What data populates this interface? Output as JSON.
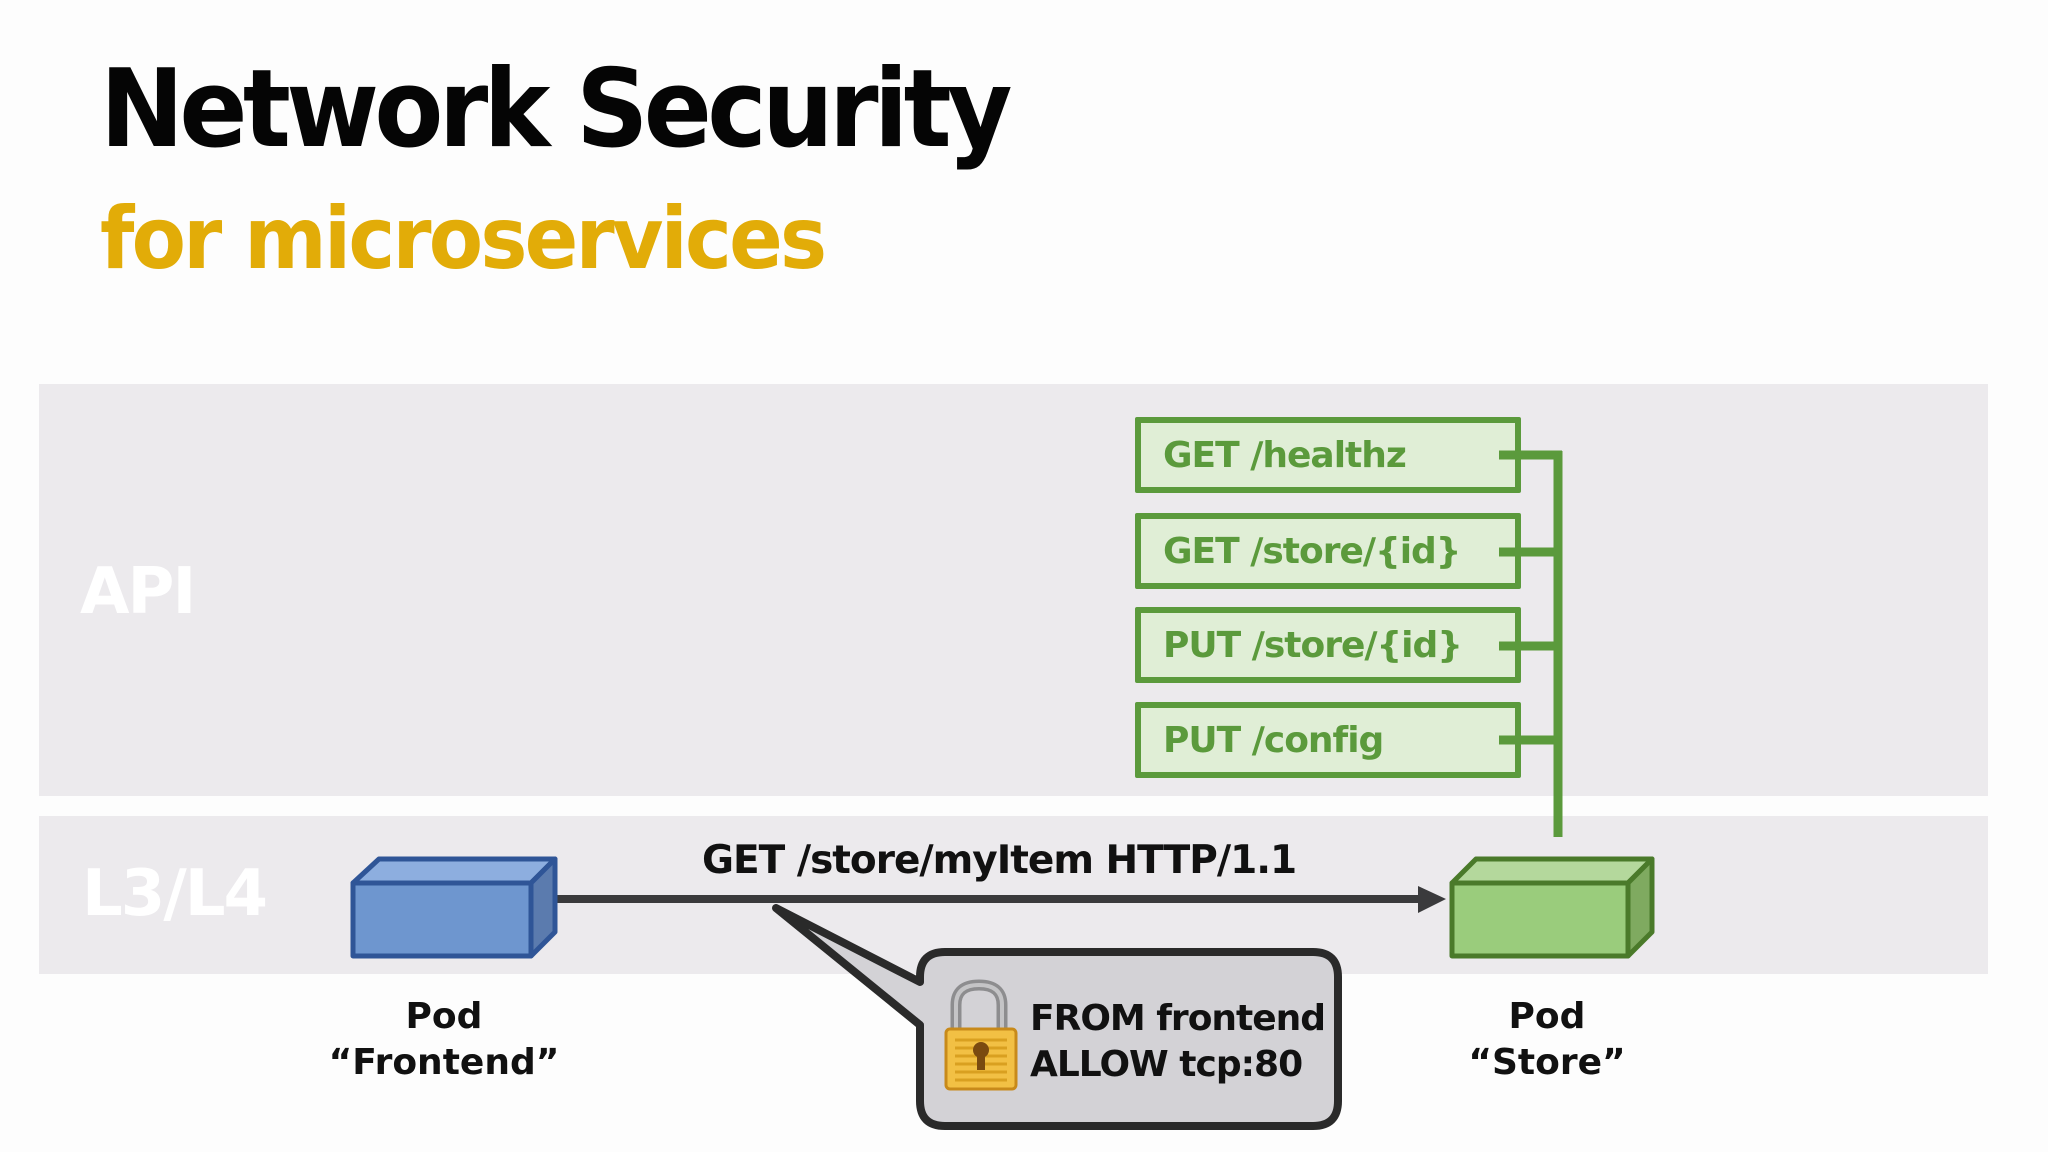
{
  "slide": {
    "title": "Network Security",
    "subtitle": "for microservices"
  },
  "layers": [
    {
      "label": "API"
    },
    {
      "label": "L3/L4"
    }
  ],
  "endpoints": [
    {
      "label": "GET /healthz"
    },
    {
      "label": "GET /store/{id}"
    },
    {
      "label": "PUT /store/{id}"
    },
    {
      "label": "PUT /config"
    }
  ],
  "request": {
    "label": "GET /store/myItem HTTP/1.1"
  },
  "pods": {
    "frontend": {
      "kind": "Pod",
      "name": "“Frontend”",
      "color": "#6e96cf"
    },
    "store": {
      "kind": "Pod",
      "name": "“Store”",
      "color": "#9acc7c"
    }
  },
  "policy": {
    "icon": "lock-icon",
    "line1": "FROM frontend",
    "line2": "ALLOW tcp:80"
  },
  "colors": {
    "title": "#050505",
    "subtitle": "#e2ac08",
    "band": "#eceaed",
    "endpoint_border": "#5b9a3c",
    "endpoint_fill": "#e0eed6",
    "arrow": "#3a3a3c",
    "callout_fill": "#d3d2d6"
  }
}
